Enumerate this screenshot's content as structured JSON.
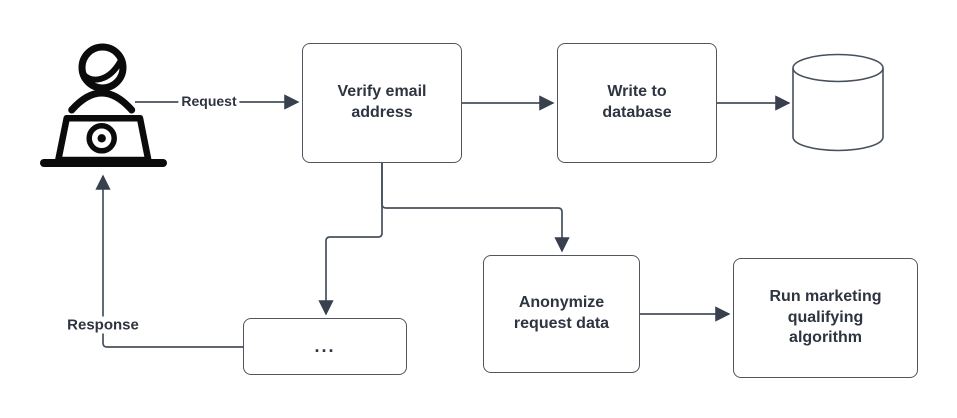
{
  "diagram": {
    "type": "flowchart",
    "background": "#ffffff",
    "nodes": [
      {
        "id": "user",
        "kind": "actor",
        "icon": "person-at-laptop-icon",
        "label": ""
      },
      {
        "id": "verify",
        "kind": "process",
        "label": "Verify email address"
      },
      {
        "id": "write",
        "kind": "process",
        "label": "Write to database"
      },
      {
        "id": "database",
        "kind": "datastore",
        "icon": "database-cylinder-icon",
        "label": ""
      },
      {
        "id": "placeholder",
        "kind": "process",
        "label": "..."
      },
      {
        "id": "anonymize",
        "kind": "process",
        "label": "Anonymize request data"
      },
      {
        "id": "run",
        "kind": "process",
        "label": "Run marketing qualifying algorithm"
      }
    ],
    "edges": [
      {
        "from": "user",
        "to": "verify",
        "label": "Request"
      },
      {
        "from": "verify",
        "to": "write",
        "label": ""
      },
      {
        "from": "write",
        "to": "database",
        "label": ""
      },
      {
        "from": "verify",
        "to": "placeholder",
        "label": ""
      },
      {
        "from": "verify",
        "to": "anonymize",
        "label": ""
      },
      {
        "from": "anonymize",
        "to": "run",
        "label": ""
      },
      {
        "from": "placeholder",
        "to": "user",
        "label": "Response"
      }
    ],
    "colors": {
      "line": "#47505c",
      "box_border": "#50565e",
      "text": "#2e3440",
      "actor_icon": "#0b0b0b",
      "fill": "#ffffff"
    }
  }
}
